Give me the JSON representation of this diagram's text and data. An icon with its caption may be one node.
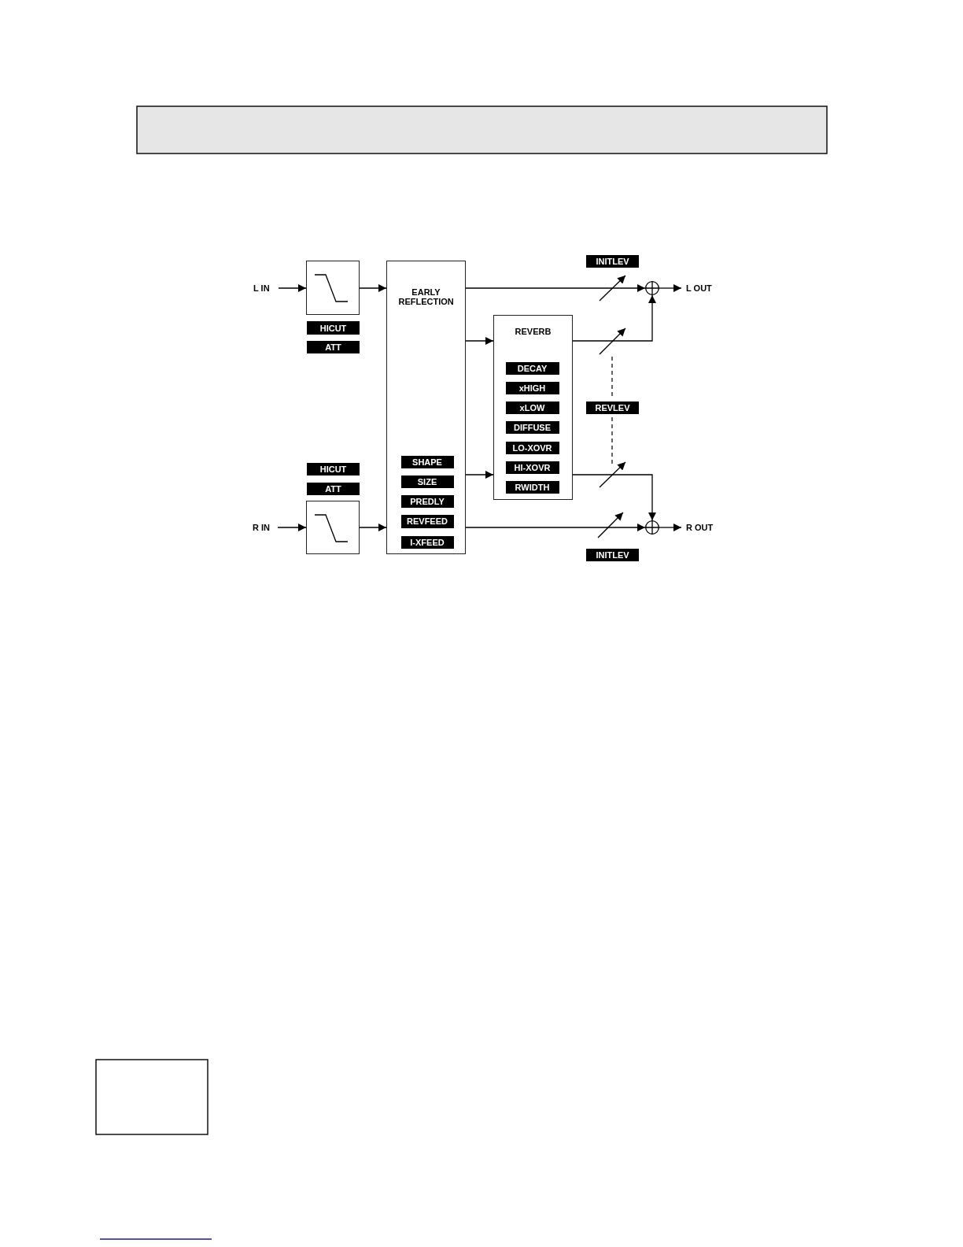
{
  "diagram": {
    "nodes": [
      {
        "text": [
          "L IN"
        ]
      },
      {
        "text": [],
        "shape": "box"
      },
      {
        "text": [
          "HICUT"
        ]
      },
      {
        "text": [
          "ATT"
        ]
      },
      {
        "text": [
          "EARLY REFLECTION"
        ]
      },
      {
        "text": [
          "SHAPE"
        ],
        "in": 4
      },
      {
        "text": [
          "SIZE"
        ],
        "in": 4
      },
      {
        "text": [
          "PREDLY"
        ],
        "in": 4
      },
      {
        "text": [
          "REVFEED"
        ],
        "in": 4
      },
      {
        "text": [
          "I-XFEED"
        ],
        "in": 4
      },
      {
        "text": [
          "REVERB"
        ]
      },
      {
        "text": [
          "DECAY"
        ],
        "in": 10
      },
      {
        "text": [
          "xHIGH"
        ],
        "in": 10
      },
      {
        "text": [
          "xLOW"
        ],
        "in": 10
      },
      {
        "text": [
          "DIFFUSE"
        ],
        "in": 10
      },
      {
        "text": [
          "LO-XOVR"
        ],
        "in": 10
      },
      {
        "text": [
          "HI-XOVR"
        ],
        "in": 10
      },
      {
        "text": [
          "RWIDTH"
        ],
        "in": 10
      },
      {
        "text": [
          "INITLEV"
        ]
      },
      {
        "text": [],
        "shape": "circle"
      },
      {
        "text": [
          "L OUT"
        ]
      },
      {
        "text": [
          "REVLEV"
        ]
      },
      {
        "text": [
          "HICUT"
        ]
      },
      {
        "text": [
          "ATT"
        ]
      },
      {
        "text": [
          "R IN"
        ]
      },
      {
        "text": [],
        "shape": "box"
      },
      {
        "text": [],
        "shape": "circle"
      },
      {
        "text": [
          "R OUT"
        ]
      },
      {
        "text": [
          "INITLEV"
        ]
      }
    ],
    "edges": [
      {
        "from": 0,
        "to": 1,
        "arrow": "to"
      },
      {
        "from": 1,
        "to": 4,
        "arrow": "to"
      },
      {
        "from": 4,
        "to": 19,
        "arrow": "to"
      },
      {
        "from": 4,
        "to": 10,
        "arrow": "to"
      },
      {
        "from": 4,
        "to": 10,
        "arrow": "to"
      },
      {
        "from": 10,
        "to": 19,
        "arrow": "to"
      },
      {
        "from": 10,
        "to": 26,
        "arrow": "to"
      },
      {
        "from": 4,
        "to": 26,
        "arrow": "to"
      },
      {
        "from": 19,
        "to": 20,
        "arrow": "to"
      },
      {
        "from": 24,
        "to": 25,
        "arrow": "to"
      },
      {
        "from": 25,
        "to": 4,
        "arrow": "to"
      },
      {
        "from": 26,
        "to": 27,
        "arrow": "to"
      }
    ]
  }
}
